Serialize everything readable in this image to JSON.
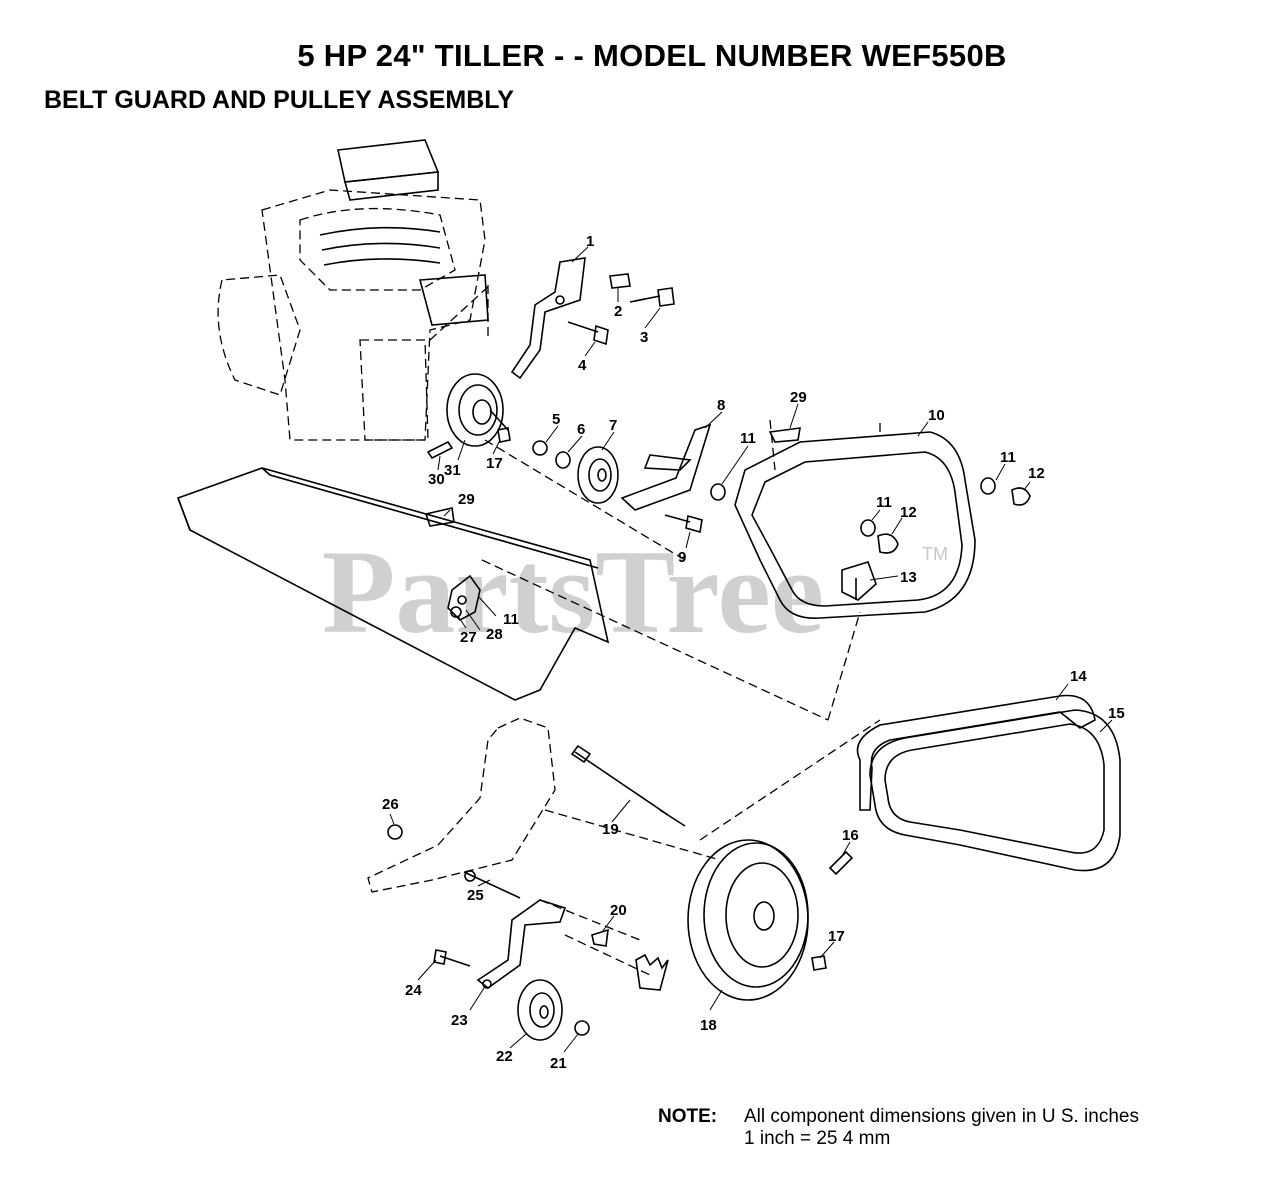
{
  "title": "5 HP 24\" TILLER - - MODEL NUMBER WEF550B",
  "subtitle": "BELT GUARD AND PULLEY ASSEMBLY",
  "watermark": {
    "text": "PartsTree",
    "trademark": "TM"
  },
  "note": {
    "label": "NOTE:",
    "line1": "All component dimensions given in U S. inches",
    "line2": "1 inch = 25 4 mm"
  },
  "callouts": {
    "c1": "1",
    "c2": "2",
    "c3": "3",
    "c4": "4",
    "c5": "5",
    "c6": "6",
    "c7": "7",
    "c8": "8",
    "c9": "9",
    "c10": "10",
    "c11a": "11",
    "c11b": "11",
    "c11c": "11",
    "c11d": "11",
    "c12a": "12",
    "c12b": "12",
    "c13": "13",
    "c14": "14",
    "c15": "15",
    "c16": "16",
    "c17a": "17",
    "c17b": "17",
    "c18": "18",
    "c19": "19",
    "c20": "20",
    "c21": "21",
    "c22": "22",
    "c23": "23",
    "c24": "24",
    "c25": "25",
    "c26": "26",
    "c27": "27",
    "c28": "28",
    "c29a": "29",
    "c29b": "29",
    "c30": "30",
    "c31": "31"
  }
}
